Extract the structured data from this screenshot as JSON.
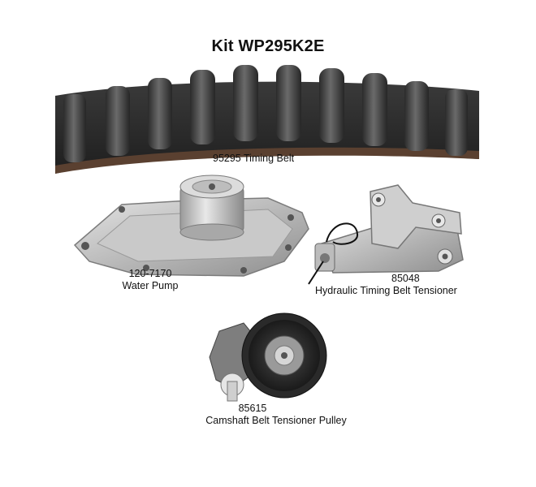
{
  "kit": {
    "title": "Kit WP295K2E"
  },
  "parts": {
    "timing_belt": {
      "number": "95295",
      "name": "Timing Belt"
    },
    "water_pump": {
      "number": "120-7170",
      "name": "Water Pump"
    },
    "hydraulic_tensioner": {
      "number": "85048",
      "name": "Hydraulic Timing Belt Tensioner"
    },
    "tensioner_pulley": {
      "number": "85615",
      "name": "Camshaft Belt Tensioner Pulley"
    }
  }
}
